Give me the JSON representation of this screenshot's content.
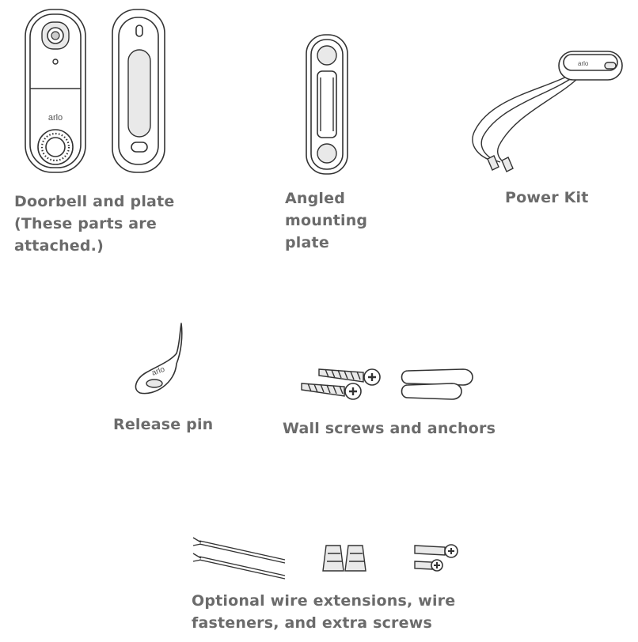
{
  "parts": [
    {
      "id": "doorbell",
      "label_lines": [
        "Doorbell and plate",
        "(These parts are",
        "attached.)"
      ],
      "logo_text": "arlo"
    },
    {
      "id": "mounting-plate",
      "label_lines": [
        "Angled",
        "mounting",
        "plate"
      ]
    },
    {
      "id": "power-kit",
      "label_lines": [
        "Power Kit"
      ]
    },
    {
      "id": "release-pin",
      "label_lines": [
        "Release pin"
      ],
      "logo_text": "arlo"
    },
    {
      "id": "wall-screws",
      "label_lines": [
        "Wall screws and anchors"
      ]
    },
    {
      "id": "optional",
      "label_lines": [
        "Optional wire extensions, wire",
        "fasteners, and extra screws"
      ]
    }
  ]
}
